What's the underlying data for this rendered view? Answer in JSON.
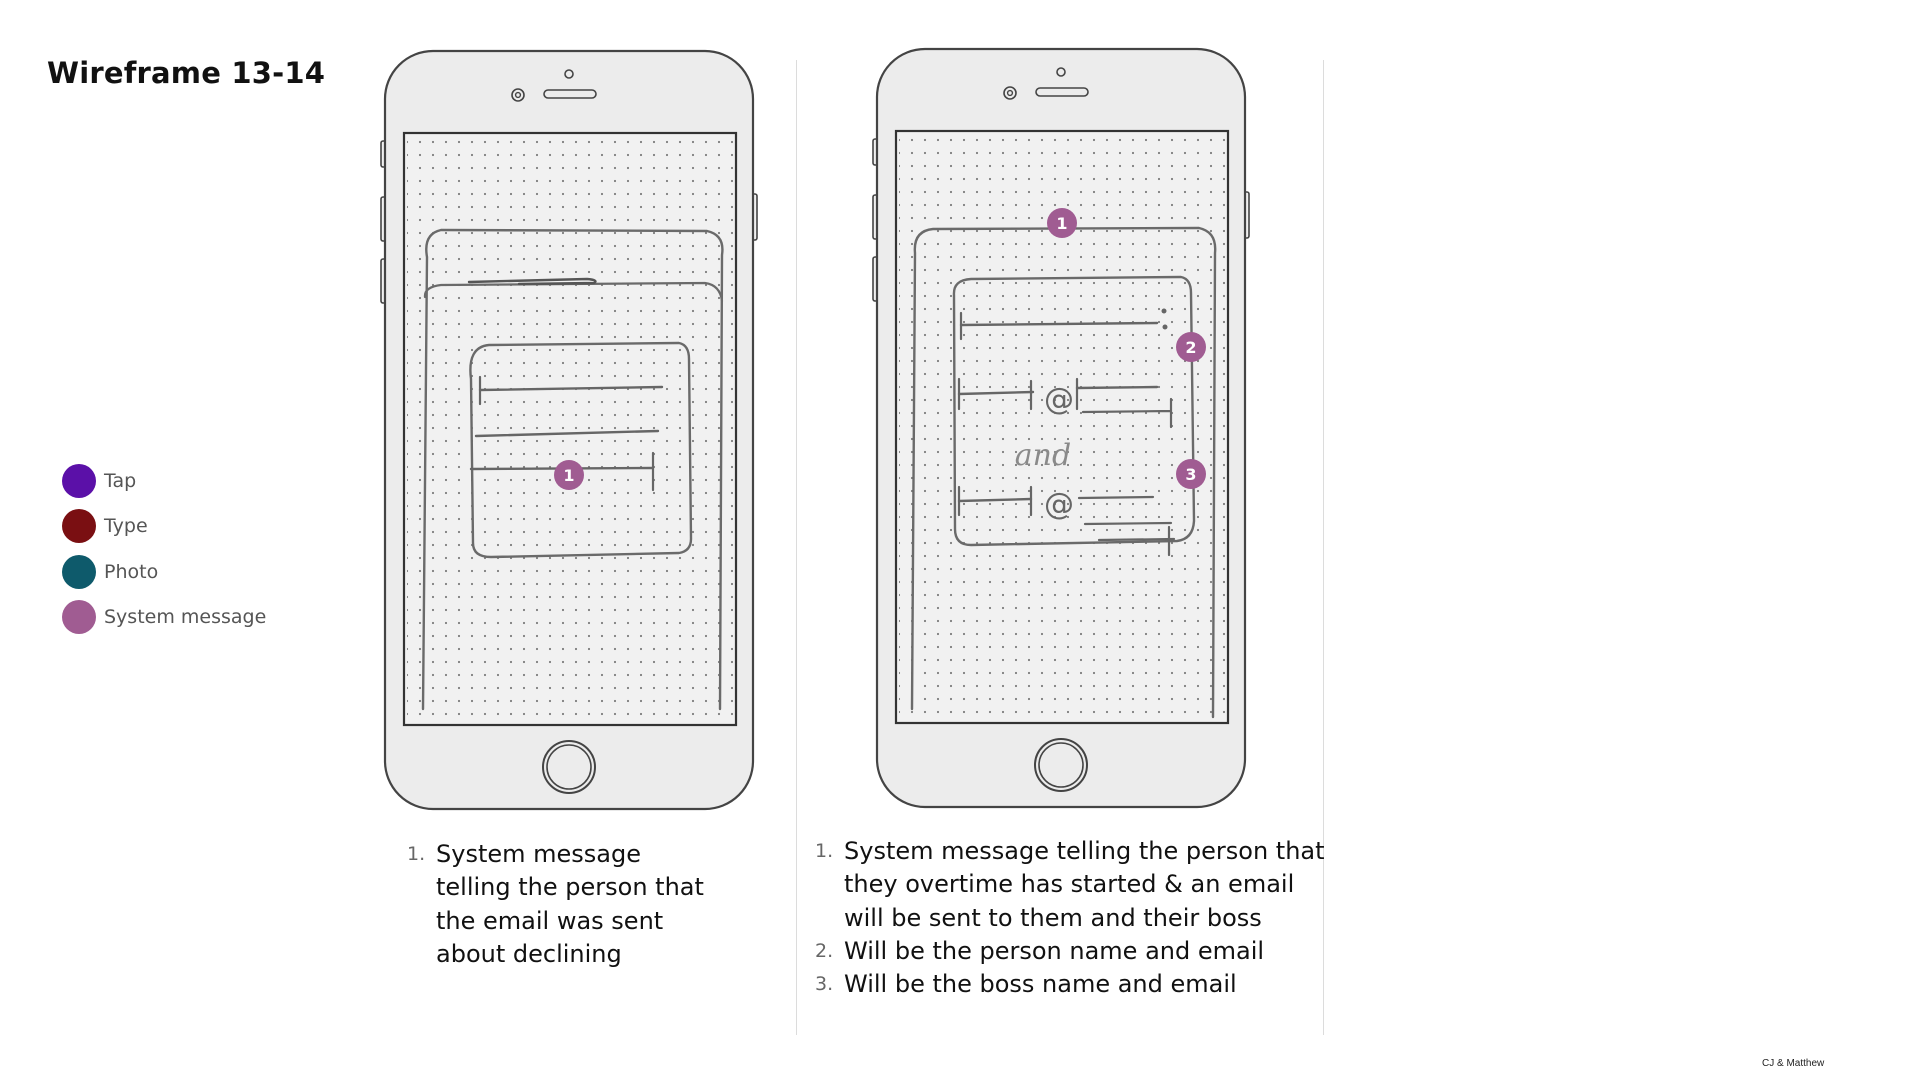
{
  "title": "Wireframe 13-14",
  "legend": [
    {
      "label": "Tap",
      "color": "#5b10a8"
    },
    {
      "label": "Type",
      "color": "#7a0f12"
    },
    {
      "label": "Photo",
      "color": "#0e5a6b"
    },
    {
      "label": "System message",
      "color": "#a05c92"
    }
  ],
  "marker_color": "#a05c92",
  "wireframe_13": {
    "markers": [
      "1"
    ],
    "notes": [
      {
        "num": "1.",
        "lines": [
          "System message",
          "telling the person that",
          "the email was sent",
          "about declining"
        ]
      }
    ]
  },
  "wireframe_14": {
    "markers": [
      "1",
      "2",
      "3"
    ],
    "sketch_text": "and",
    "notes": [
      {
        "num": "1.",
        "lines": [
          "System message telling the person that",
          "they overtime has started & an email",
          "will be sent to them and their boss"
        ]
      },
      {
        "num": "2.",
        "lines": [
          "Will be the person name and email"
        ]
      },
      {
        "num": "3.",
        "lines": [
          "Will be the boss name and email"
        ]
      }
    ]
  },
  "credit": "CJ & Matthew"
}
